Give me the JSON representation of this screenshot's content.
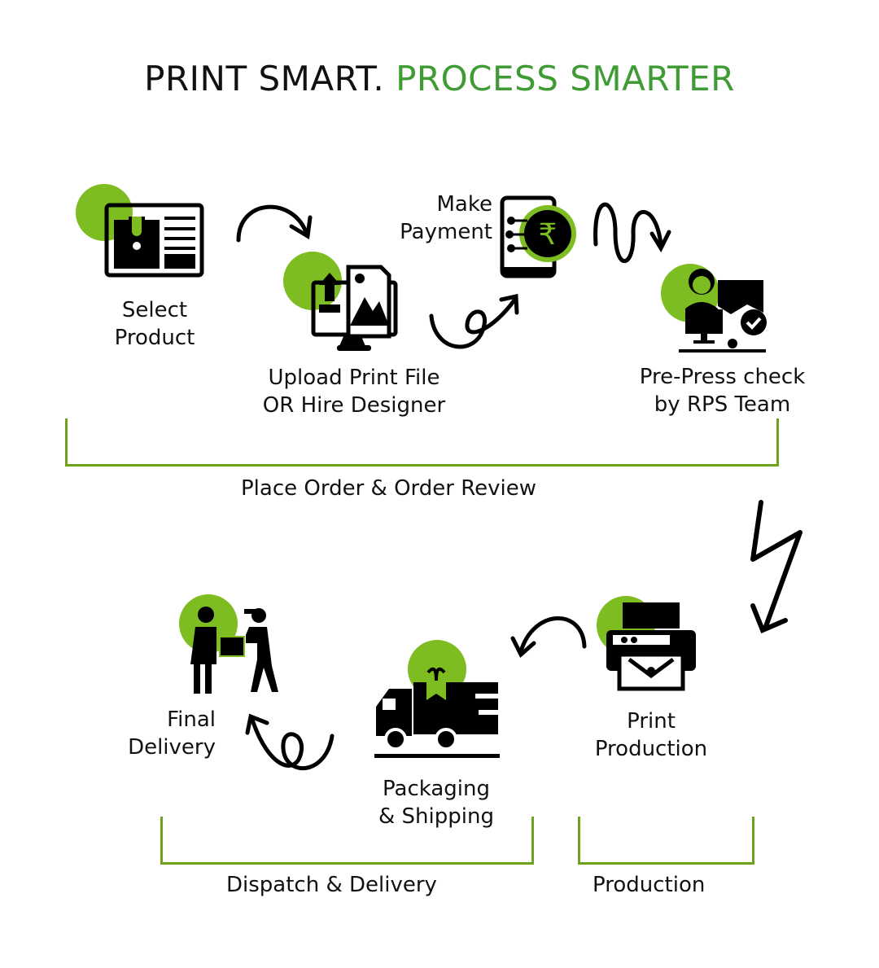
{
  "title": {
    "part1": "PRINT SMART.",
    "part2": "PROCESS SMARTER"
  },
  "colors": {
    "accent_circle": "#7dbd22",
    "title_green": "#3f9b34",
    "bracket": "#6ea21c",
    "ink": "#111111"
  },
  "steps": [
    {
      "line1": "Select",
      "line2": "Product",
      "icon": "product-page-icon"
    },
    {
      "line1": "Upload Print File",
      "line2": "OR Hire Designer",
      "icon": "upload-monitor-icon"
    },
    {
      "line1": "Make",
      "line2": "Payment",
      "icon": "rupee-phone-icon"
    },
    {
      "line1": "Pre-Press check",
      "line2": "by RPS Team",
      "icon": "designer-check-icon"
    },
    {
      "line1": "Print",
      "line2": "Production",
      "icon": "printer-icon"
    },
    {
      "line1": "Packaging",
      "line2": "& Shipping",
      "icon": "delivery-truck-icon"
    },
    {
      "line1": "Final",
      "line2": "Delivery",
      "icon": "handover-icon"
    }
  ],
  "groups": {
    "order": "Place Order & Order Review",
    "dispatch": "Dispatch & Delivery",
    "production": "Production"
  }
}
